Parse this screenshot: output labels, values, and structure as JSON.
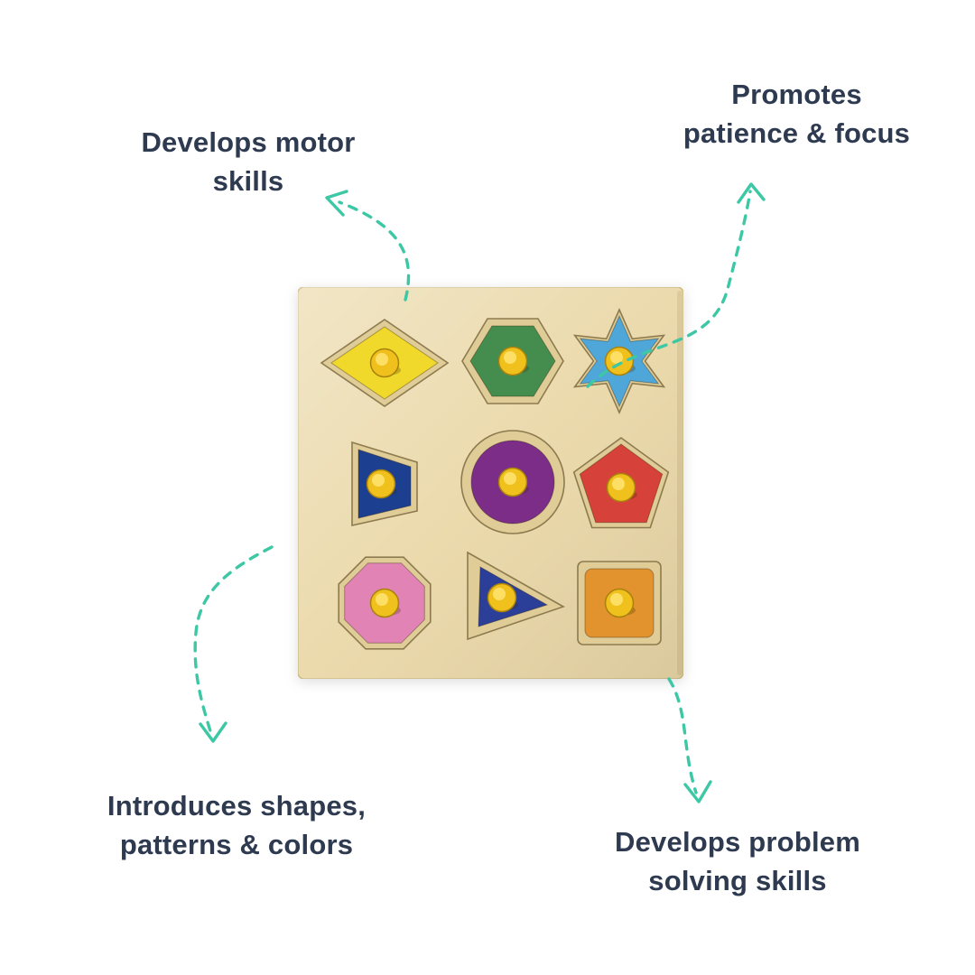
{
  "page": {
    "background": "#ffffff",
    "text_color": "#2d3a50"
  },
  "arrow_color": "#3cc7a5",
  "labels": {
    "top_left": "Develops motor\nskills",
    "top_right": "Promotes\npatience & focus",
    "bottom_left": "Introduces shapes,\npatterns & colors",
    "bottom_right": "Develops problem\nsolving skills"
  },
  "puzzle": {
    "board_color": "#ead8a8",
    "recess_color": "#e0cc97",
    "engraving_color": "#8d7b50",
    "knob_color": "#f0c01d",
    "shapes": [
      {
        "name": "diamond",
        "color": "#f0d92a"
      },
      {
        "name": "hexagon",
        "color": "#448d4e"
      },
      {
        "name": "star",
        "color": "#4fa7d9"
      },
      {
        "name": "trapezoid",
        "color": "#1c3f90"
      },
      {
        "name": "circle",
        "color": "#7b2d87"
      },
      {
        "name": "pentagon",
        "color": "#d64139"
      },
      {
        "name": "octagon",
        "color": "#e283b5"
      },
      {
        "name": "triangle",
        "color": "#2b3e98"
      },
      {
        "name": "square",
        "color": "#e2932e"
      }
    ]
  }
}
